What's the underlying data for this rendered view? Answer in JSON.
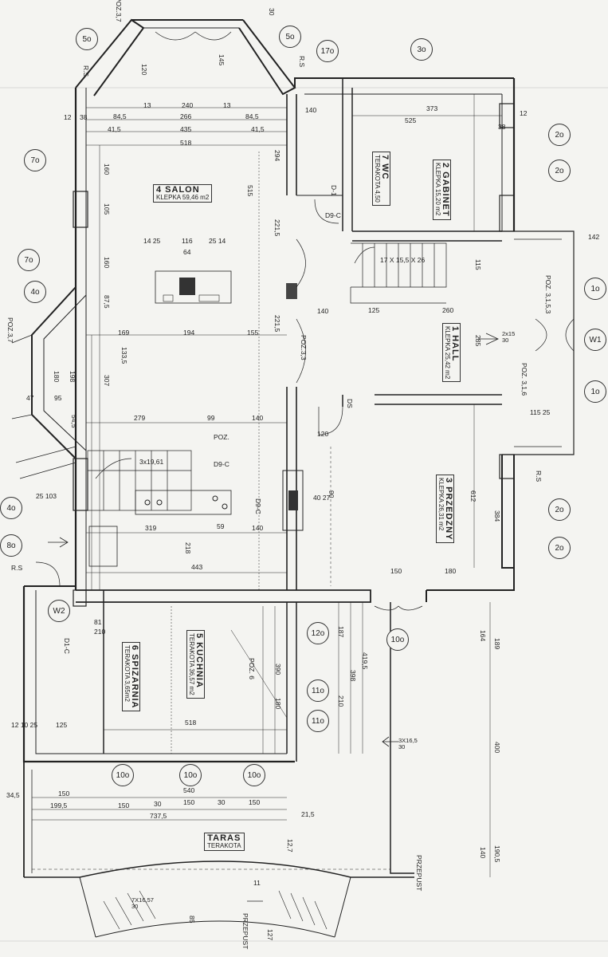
{
  "rooms": {
    "salon": {
      "name": "4   SALON",
      "floor": "KLEPKA   59,46 m2"
    },
    "gabinet": {
      "name": "2  GABINET",
      "floor": "KLEPKA 15,20 m2"
    },
    "wc": {
      "name": "7   WC",
      "floor": "TERAKOTA 4,50"
    },
    "hall": {
      "name": "1  HALL",
      "floor": "KLEPKA 25,42 m2"
    },
    "przedzny": {
      "name": "3  PRZEDZNY",
      "floor": "KLEPKA  26,31 m2"
    },
    "kuchnia": {
      "name": "5  KUCHNIA",
      "floor": "TERAKOTA 36,57 m2"
    },
    "spizarnia": {
      "name": "6  SPIZARNIA",
      "floor": "TERAKOTA  3,65m2"
    },
    "taras": {
      "name": "TARAS",
      "floor": "TERAKOTA"
    }
  },
  "markers": {
    "m5o_left": "5o",
    "m5o_right": "5o",
    "m17o": "17o",
    "m3o": "3o",
    "m7o_top": "7o",
    "m7o_mid": "7o",
    "m4o_left": "4o",
    "m4o_bottom": "4o",
    "m8o": "8o",
    "m2o_1": "2o",
    "m2o_2": "2o",
    "m2o_3": "2o",
    "m2o_4": "2o",
    "m1o_1": "1o",
    "m1o_2": "1o",
    "mW1": "W1",
    "mW2": "W2",
    "m10o_1": "10o",
    "m10o_2": "10o",
    "m10o_3": "10o",
    "m10o_4": "10o",
    "m11o_1": "11o",
    "m11o_2": "11o",
    "m12o": "12o"
  },
  "dimensions": {
    "d240": "240",
    "d266": "266",
    "d435": "435",
    "d518": "518",
    "d84_5a": "84,5",
    "d84_5b": "84,5",
    "d41_5a": "41,5",
    "d41_5b": "41,5",
    "d13a": "13",
    "d13b": "13",
    "d38a": "38",
    "d12a": "12",
    "d145": "145",
    "d120": "120",
    "d30": "30",
    "d140a": "140",
    "d525": "525",
    "d373": "373",
    "d12b": "12",
    "d38b": "38",
    "d160a": "160",
    "d105": "105",
    "d160b": "160",
    "d87_5": "87,5",
    "d515": "515",
    "d294": "294",
    "d221_5a": "221,5",
    "d221_5b": "221,5",
    "d14_25": "14  25",
    "d116": "116",
    "d25_14": "25  14",
    "d64": "64",
    "d169": "169",
    "d194": "194",
    "d155": "155",
    "d140b": "140",
    "d307": "307",
    "d133_5": "133,5",
    "d180": "180",
    "d198": "198",
    "d95": "95",
    "d47": "47",
    "d54_5": "54,5",
    "d279": "279",
    "d99": "99",
    "d140c": "140",
    "d120b": "120",
    "d17x": "17  X  15,5  X  26",
    "d260": "260",
    "d125": "125",
    "d285": "285",
    "d115": "115",
    "d142": "142",
    "d115_25": "115  25",
    "d3x19": "3x19,61",
    "d25_103": "25  103",
    "d319": "319",
    "d59": "59",
    "d140d": "140",
    "d218": "218",
    "d443": "443",
    "d150a": "150",
    "d180b": "180",
    "d612": "612",
    "d384": "384",
    "d90": "90",
    "d40_27": "40\n27",
    "d81": "81",
    "d210": "210",
    "d518b": "518",
    "d125b": "125",
    "d12_10_25": "12  10 25",
    "d187": "187",
    "d398": "398",
    "d419_5": "419,5",
    "d210b": "210",
    "d390": "390",
    "d180c": "180",
    "d164": "164",
    "d189": "189",
    "d400": "400",
    "d190_5": "190,5",
    "d140e": "140",
    "d150b": "150",
    "d199_5": "199,5",
    "d150c": "150",
    "d30b": "30",
    "d150d": "150",
    "d30c": "30",
    "d150e": "150",
    "d540": "540",
    "d737_5": "737,5",
    "d21_5": "21,5",
    "d34_5": "34,5",
    "d2x15": "2x15\n30",
    "d3x16": "3X16,5\n30",
    "d7x16": "7X16,57\n30",
    "dDS": "DS",
    "d11": "11",
    "d85": "85",
    "d12_7": "12,7",
    "d127": "127"
  },
  "annotations": {
    "rs1": "R.S",
    "rs2": "R.S",
    "rs3": "R.S",
    "rs4": "R.S",
    "poz3_7a": "POZ.3,7",
    "poz3_7b": "POZ.3,7",
    "poz3_3": "POZ.3,3",
    "poz3_1_3": "POZ. 3,1,5,3",
    "poz3_1_6": "POZ. 3,1,6",
    "poz6": "POZ.  6",
    "poz": "POZ.",
    "d1c": "D1-C",
    "d9c_a": "D9-C",
    "d9c_b": "D9-C",
    "d9c_c": "D9-C",
    "d1": "D-1",
    "przepust1": "PRZEPUST",
    "przepust2": "PRZEPUST"
  }
}
